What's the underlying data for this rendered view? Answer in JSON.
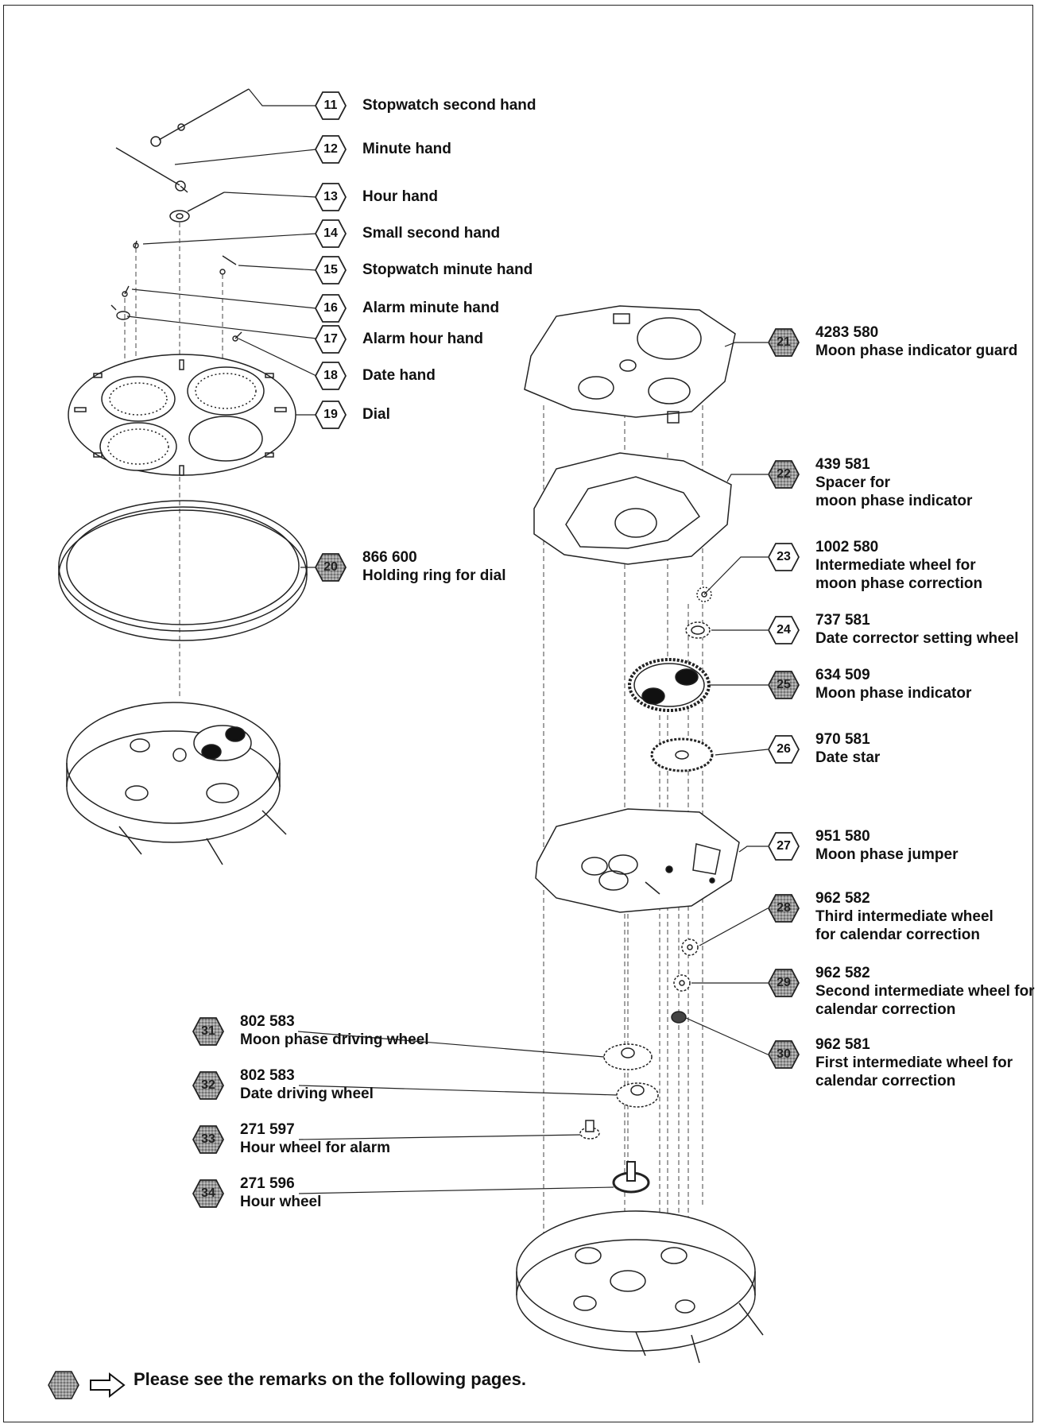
{
  "parts_left": [
    {
      "num": "11",
      "label": "Stopwatch second hand"
    },
    {
      "num": "12",
      "label": "Minute hand"
    },
    {
      "num": "13",
      "label": "Hour hand"
    },
    {
      "num": "14",
      "label": "Small second hand"
    },
    {
      "num": "15",
      "label": "Stopwatch minute hand"
    },
    {
      "num": "16",
      "label": "Alarm minute hand"
    },
    {
      "num": "17",
      "label": "Alarm hour hand"
    },
    {
      "num": "18",
      "label": "Date hand"
    },
    {
      "num": "19",
      "label": "Dial"
    },
    {
      "num": "20",
      "code": "866 600",
      "label": "Holding ring for dial",
      "remark": true
    }
  ],
  "parts_right": [
    {
      "num": "21",
      "code": "4283 580",
      "lines": [
        "Moon phase indicator guard"
      ],
      "remark": true
    },
    {
      "num": "22",
      "code": "439 581",
      "lines": [
        "Spacer for",
        "moon phase indicator"
      ],
      "remark": true
    },
    {
      "num": "23",
      "code": "1002 580",
      "lines": [
        "Intermediate wheel for",
        "moon phase correction"
      ],
      "remark": false
    },
    {
      "num": "24",
      "code": "737 581",
      "lines": [
        "Date corrector setting wheel"
      ],
      "remark": false
    },
    {
      "num": "25",
      "code": "634 509",
      "lines": [
        "Moon phase indicator"
      ],
      "remark": true
    },
    {
      "num": "26",
      "code": "970 581",
      "lines": [
        "Date star"
      ],
      "remark": false
    },
    {
      "num": "27",
      "code": "951 580",
      "lines": [
        "Moon phase jumper"
      ],
      "remark": false
    },
    {
      "num": "28",
      "code": "962 582",
      "lines": [
        "Third intermediate wheel",
        "for calendar correction"
      ],
      "remark": true
    },
    {
      "num": "29",
      "code": "962 582",
      "lines": [
        "Second intermediate wheel for",
        "calendar correction"
      ],
      "remark": true
    },
    {
      "num": "30",
      "code": "962 581",
      "lines": [
        "First intermediate wheel for",
        "calendar correction"
      ],
      "remark": true
    }
  ],
  "parts_bottom": [
    {
      "num": "31",
      "code": "802 583",
      "label": "Moon phase driving wheel",
      "remark": true
    },
    {
      "num": "32",
      "code": "802 583",
      "label": "Date driving wheel",
      "remark": true
    },
    {
      "num": "33",
      "code": "271 597",
      "label": "Hour wheel for alarm",
      "remark": true
    },
    {
      "num": "34",
      "code": "271 596",
      "label": "Hour wheel",
      "remark": true
    }
  ],
  "footer": {
    "text": "Please see the remarks on the following pages."
  },
  "colors": {
    "ink": "#111111",
    "remark_badge_fill": "#8a8a8a",
    "background": "#ffffff"
  },
  "icons": {
    "remark_badge": "hexagon-dotted-icon",
    "arrow": "outline-arrow-right-icon"
  }
}
